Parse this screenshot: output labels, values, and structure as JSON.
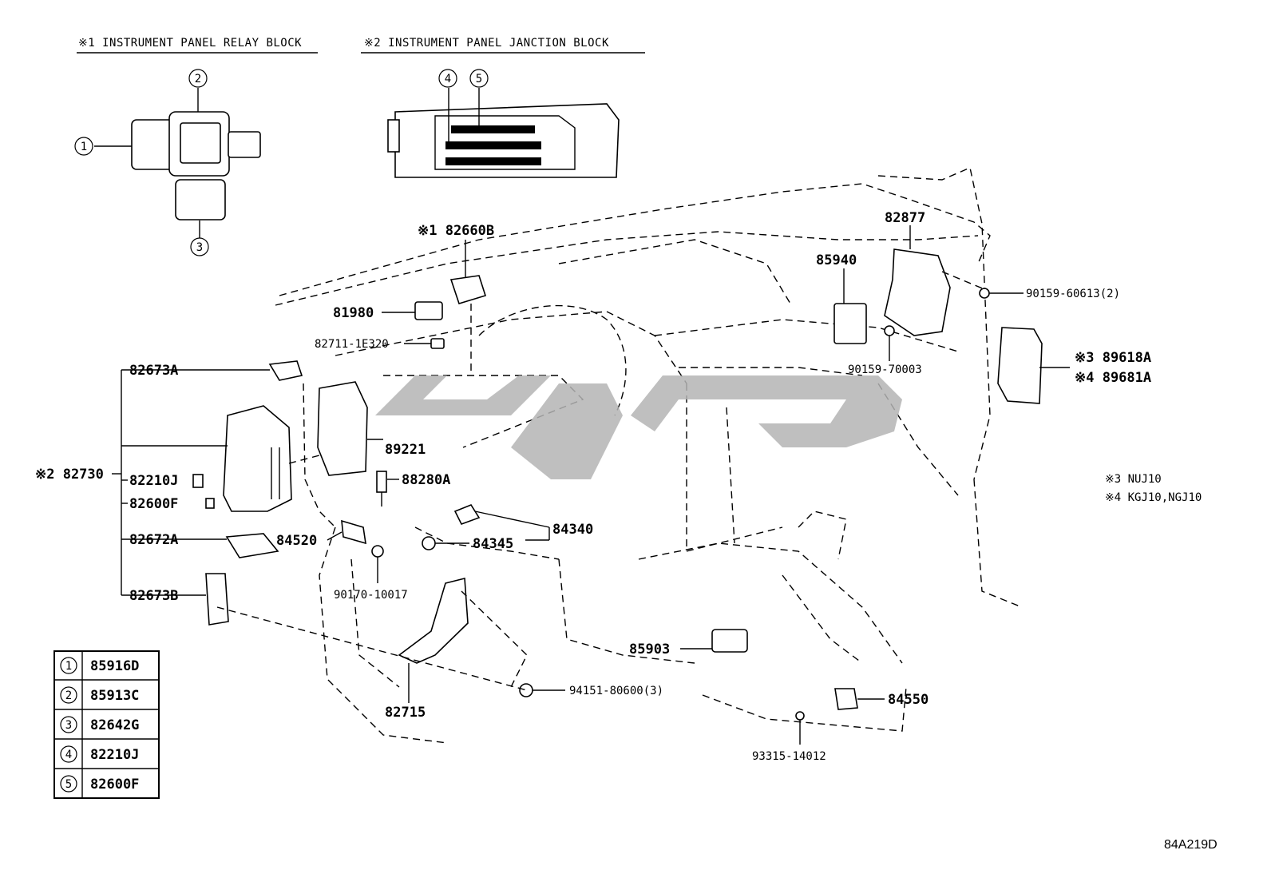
{
  "headers": {
    "relay_block": "※1 INSTRUMENT PANEL RELAY BLOCK",
    "junction_block": "※2 INSTRUMENT PANEL JANCTION BLOCK"
  },
  "circle_numbers": [
    "1",
    "2",
    "3",
    "4",
    "5"
  ],
  "parts": {
    "p82660B": "※1 82660B",
    "p81980": "81980",
    "p82711": "82711-1E320",
    "p82673A": "82673A",
    "p82730": "※2 82730",
    "p82210J": "82210J",
    "p82600F": "82600F",
    "p82672A": "82672A",
    "p82673B": "82673B",
    "p89221": "89221",
    "p88280A": "88280A",
    "p84520": "84520",
    "p84345": "84345",
    "p84340": "84340",
    "p90170": "90170-10017",
    "p82715": "82715",
    "p94151": "94151-80600(3)",
    "p85903": "85903",
    "p84550": "84550",
    "p93315": "93315-14012",
    "p82877": "82877",
    "p85940": "85940",
    "p90159_60613": "90159-60613(2)",
    "p90159_70003": "90159-70003",
    "p89618A": "※3 89618A",
    "p89681A": "※4 89681A"
  },
  "notes": {
    "n3": "※3 NUJ10",
    "n4": "※4 KGJ10,NGJ10"
  },
  "legend": [
    {
      "num": "1",
      "part": "85916D"
    },
    {
      "num": "2",
      "part": "85913C"
    },
    {
      "num": "3",
      "part": "82642G"
    },
    {
      "num": "4",
      "part": "82210J"
    },
    {
      "num": "5",
      "part": "82600F"
    }
  ],
  "diagram_code": "84A219D"
}
